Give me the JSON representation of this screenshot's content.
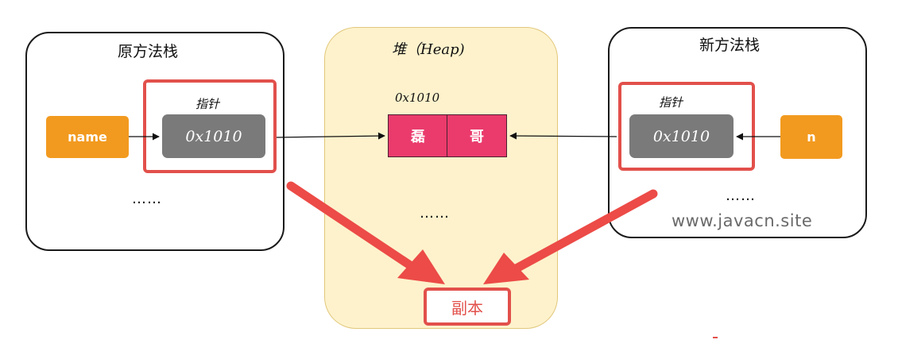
{
  "left_stack": {
    "title": "原方法栈",
    "pointer_label": "指针",
    "pointer_value": "0x1010",
    "variable": "name",
    "ellipsis": "……"
  },
  "heap": {
    "title": "堆（Heap)",
    "address": "0x1010",
    "cells": [
      "磊",
      "哥"
    ],
    "ellipsis": "……"
  },
  "right_stack": {
    "title": "新方法栈",
    "pointer_label": "指针",
    "pointer_value": "0x1010",
    "variable": "n",
    "ellipsis": "……"
  },
  "copy_label": "副本",
  "watermark": "www.javacn.site",
  "colors": {
    "highlight": "#e2504b",
    "pointer_box": "#7a7a7a",
    "variable_box": "#f29a1f",
    "heap_fill": "#fdf2cc",
    "heap_object": "#ea3b6c"
  }
}
